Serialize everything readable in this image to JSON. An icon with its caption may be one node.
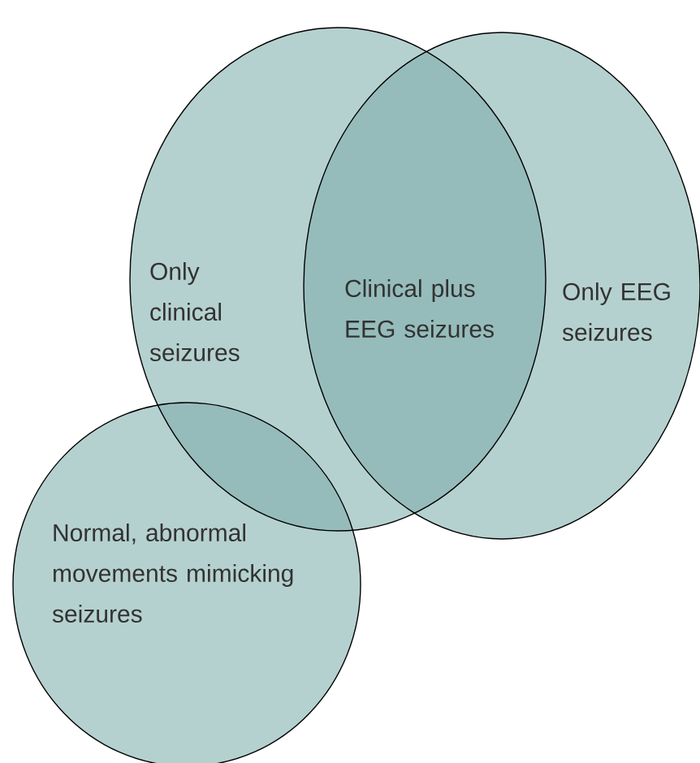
{
  "diagram": {
    "nodes": [
      {
        "text": [
          "Only clinical seizures"
        ]
      },
      {
        "text": [
          "Only EEG seizures"
        ]
      },
      {
        "text": [
          "Normal, abnormal movements mimicking seizures"
        ]
      }
    ],
    "labels": [
      "Clinical plus EEG seizures"
    ]
  }
}
